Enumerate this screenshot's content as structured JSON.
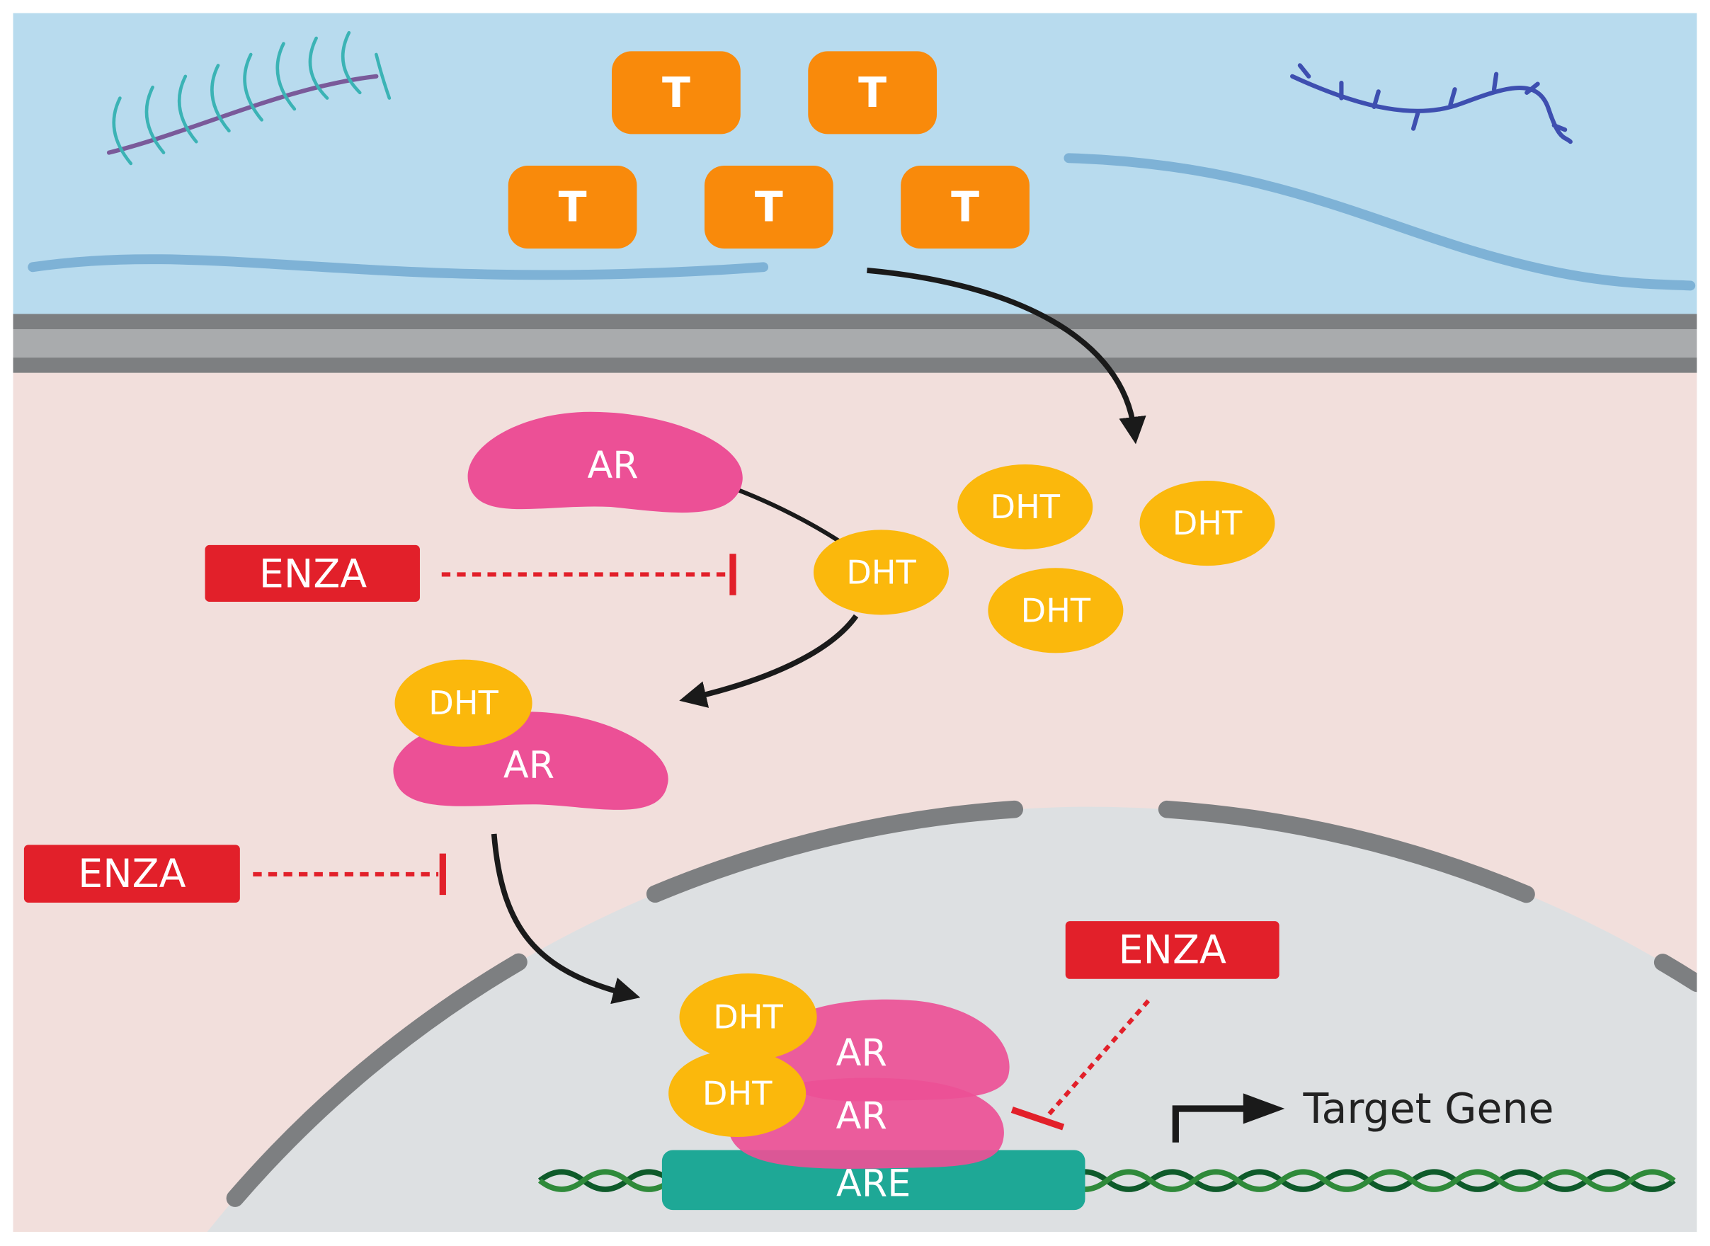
{
  "testosterone": {
    "label": "T",
    "count": 5
  },
  "receptor": {
    "label": "AR"
  },
  "ligand": {
    "label": "DHT"
  },
  "drug": {
    "label": "ENZA"
  },
  "response_element": {
    "label": "ARE"
  },
  "target": {
    "label": "Target Gene"
  },
  "colors": {
    "extracellular": "#b8dbee",
    "cytoplasm": "#f2dfdc",
    "nucleus": "#dde0e2",
    "membrane_dark": "#7d7f81",
    "membrane_light": "#a9abad",
    "testosterone": "#f98a0b",
    "dht": "#fbb80c",
    "ar": "#ec5096",
    "enza": "#e2202a",
    "are": "#1ea896",
    "dna": "#0e5a2a"
  }
}
